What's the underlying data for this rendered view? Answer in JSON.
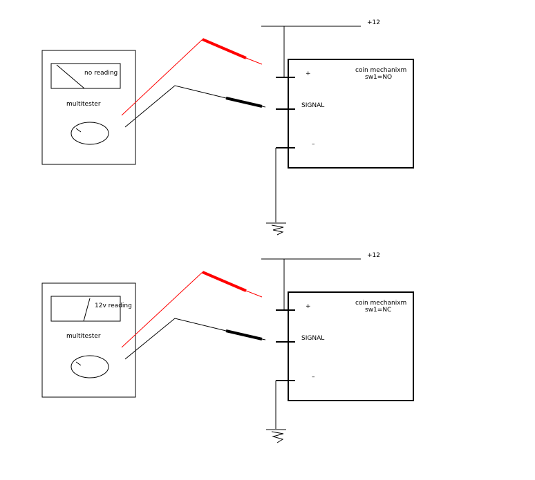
{
  "colors": {
    "wire": "#000000",
    "probe_red": "#ff0000",
    "probe_black": "#000000",
    "background": "#ffffff"
  },
  "diagrams": [
    {
      "supply_label": "+12",
      "meter_reading": "no reading",
      "meter_label": "multitester",
      "device_title": "coin mechanixm",
      "device_state": "sw1=NO",
      "pin_plus": "+",
      "pin_signal": "SIGNAL",
      "pin_minus": "–"
    },
    {
      "supply_label": "+12",
      "meter_reading": "12v reading",
      "meter_label": "multitester",
      "device_title": "coin mechanixm",
      "device_state": "sw1=NC",
      "pin_plus": "+",
      "pin_signal": "SIGNAL",
      "pin_minus": "–"
    }
  ]
}
